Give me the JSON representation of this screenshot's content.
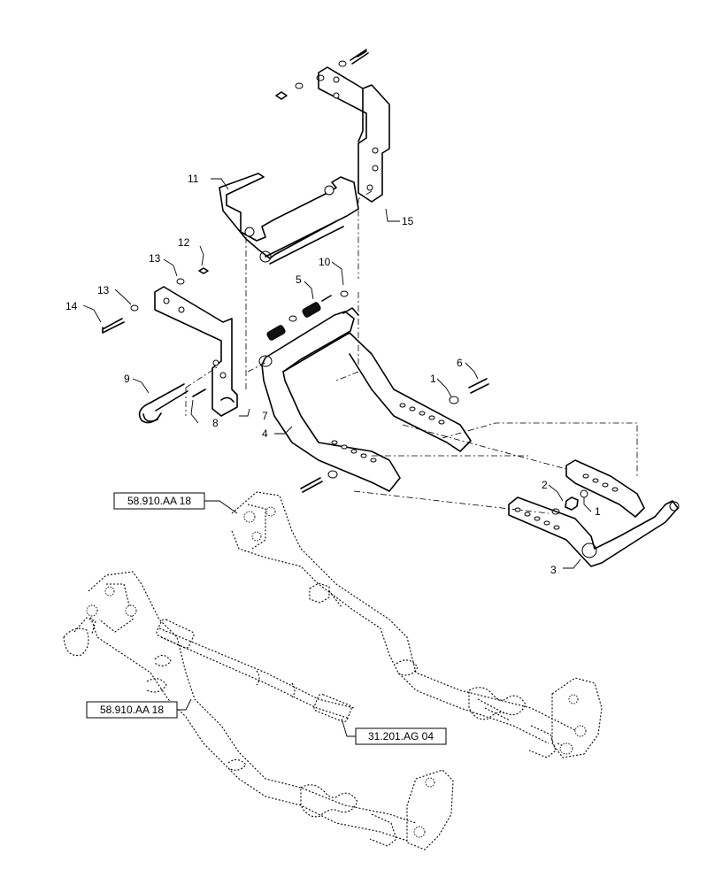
{
  "callouts": [
    {
      "id": "c1a",
      "text": "1"
    },
    {
      "id": "c1b",
      "text": "1"
    },
    {
      "id": "c2",
      "text": "2"
    },
    {
      "id": "c3",
      "text": "3"
    },
    {
      "id": "c4",
      "text": "4"
    },
    {
      "id": "c5",
      "text": "5"
    },
    {
      "id": "c6",
      "text": "6"
    },
    {
      "id": "c7",
      "text": "7"
    },
    {
      "id": "c8",
      "text": "8"
    },
    {
      "id": "c9",
      "text": "9"
    },
    {
      "id": "c10",
      "text": "10"
    },
    {
      "id": "c11",
      "text": "11"
    },
    {
      "id": "c12",
      "text": "12"
    },
    {
      "id": "c13a",
      "text": "13"
    },
    {
      "id": "c13b",
      "text": "13"
    },
    {
      "id": "c14",
      "text": "14"
    },
    {
      "id": "c15",
      "text": "15"
    }
  ],
  "references": [
    {
      "id": "ref-top",
      "text": "58.910.AA 18"
    },
    {
      "id": "ref-mid",
      "text": "58.910.AA 18"
    },
    {
      "id": "ref-shaft",
      "text": "31.201.AG 04"
    }
  ]
}
